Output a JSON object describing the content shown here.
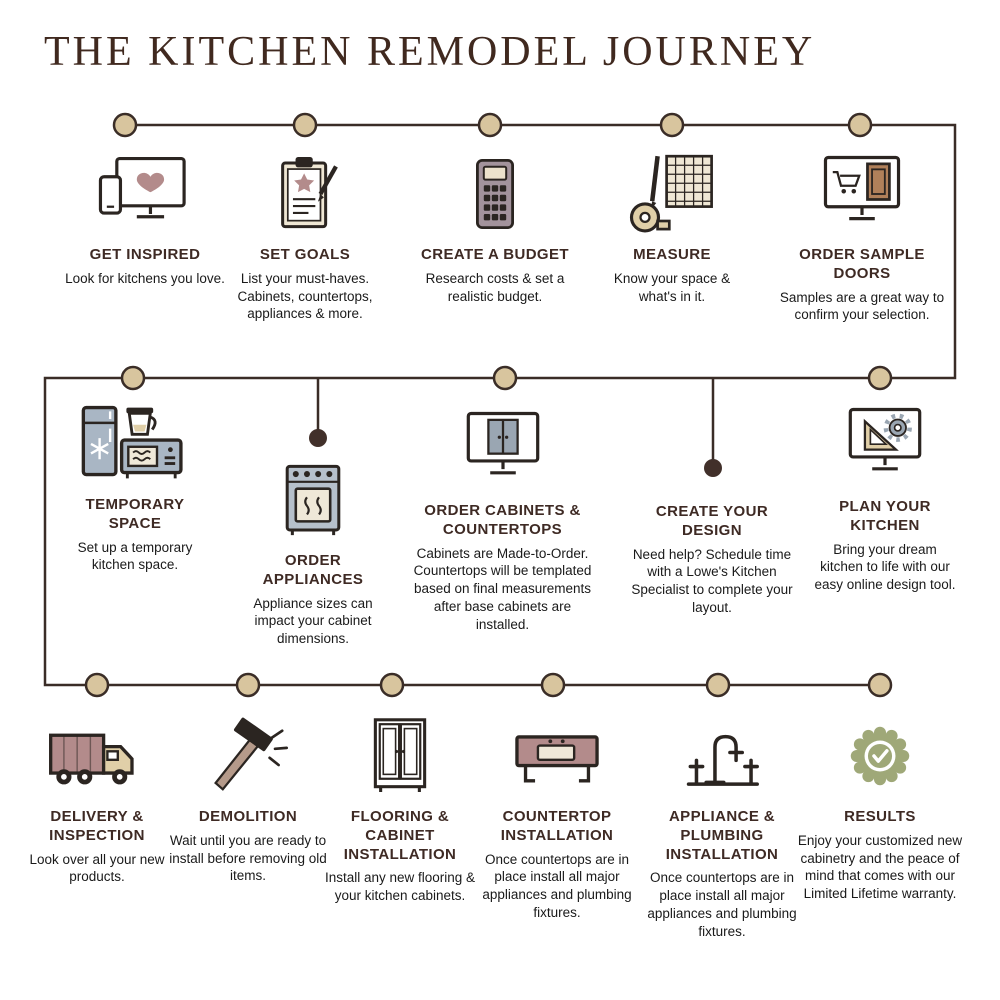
{
  "title": "THE KITCHEN REMODEL JOURNEY",
  "colors": {
    "line": "#3a2d27",
    "node_fill": "#d8c59e",
    "dark_node": "#41302a",
    "mauve": "#b38b8b",
    "beige": "#e0cfa8",
    "gray_blue": "#aab6c3",
    "sage": "#9fa878",
    "heading": "#3e2a24",
    "door_brown": "#b0805a"
  },
  "rows": [
    {
      "steps": [
        {
          "icon": "monitor-heart-icon",
          "title": "GET INSPIRED",
          "desc": "Look for kitchens you love."
        },
        {
          "icon": "clipboard-star-icon",
          "title": "SET GOALS",
          "desc": "List your must-haves. Cabinets, countertops, appliances & more."
        },
        {
          "icon": "calculator-icon",
          "title": "CREATE A BUDGET",
          "desc": "Research costs & set a realistic budget."
        },
        {
          "icon": "tape-measure-icon",
          "title": "MEASURE",
          "desc": "Know your space & what's in it."
        },
        {
          "icon": "sample-door-monitor-icon",
          "title": "ORDER SAMPLE DOORS",
          "desc": "Samples are a great way to confirm your selection."
        }
      ]
    },
    {
      "steps": [
        {
          "icon": "fridge-microwave-icon",
          "title": "TEMPORARY SPACE",
          "desc": "Set up a temporary kitchen space."
        },
        {
          "icon": "oven-icon",
          "title": "ORDER APPLIANCES",
          "desc": "Appliance sizes can impact your cabinet dimensions."
        },
        {
          "icon": "cabinet-monitor-icon",
          "title": "ORDER CABINETS & COUNTERTOPS",
          "desc": "Cabinets are Made-to-Order. Countertops will be templated based on final measurements after base cabinets are installed."
        },
        {
          "icon": "none",
          "title": "CREATE YOUR DESIGN",
          "desc": "Need help? Schedule time with a Lowe's Kitchen Specialist to complete your layout."
        },
        {
          "icon": "design-tool-monitor-icon",
          "title": "PLAN YOUR KITCHEN",
          "desc": "Bring your dream kitchen to life with our easy online design tool."
        }
      ]
    },
    {
      "steps": [
        {
          "icon": "delivery-truck-icon",
          "title": "DELIVERY & INSPECTION",
          "desc": "Look over all your new products."
        },
        {
          "icon": "sledgehammer-icon",
          "title": "DEMOLITION",
          "desc": "Wait until you are ready to install before removing old items."
        },
        {
          "icon": "cabinet-icon",
          "title": "FLOORING & CABINET INSTALLATION",
          "desc": "Install any new flooring & your kitchen cabinets."
        },
        {
          "icon": "countertop-sink-icon",
          "title": "COUNTERTOP INSTALLATION",
          "desc": "Once countertops are in place install all major appliances and plumbing fixtures."
        },
        {
          "icon": "faucet-icon",
          "title": "APPLIANCE & PLUMBING INSTALLATION",
          "desc": "Once countertops are in place install all major appliances and plumbing fixtures."
        },
        {
          "icon": "warranty-badge-icon",
          "title": "RESULTS",
          "desc": "Enjoy your customized new cabinetry and the peace of mind that comes with our Limited Lifetime warranty."
        }
      ]
    }
  ]
}
